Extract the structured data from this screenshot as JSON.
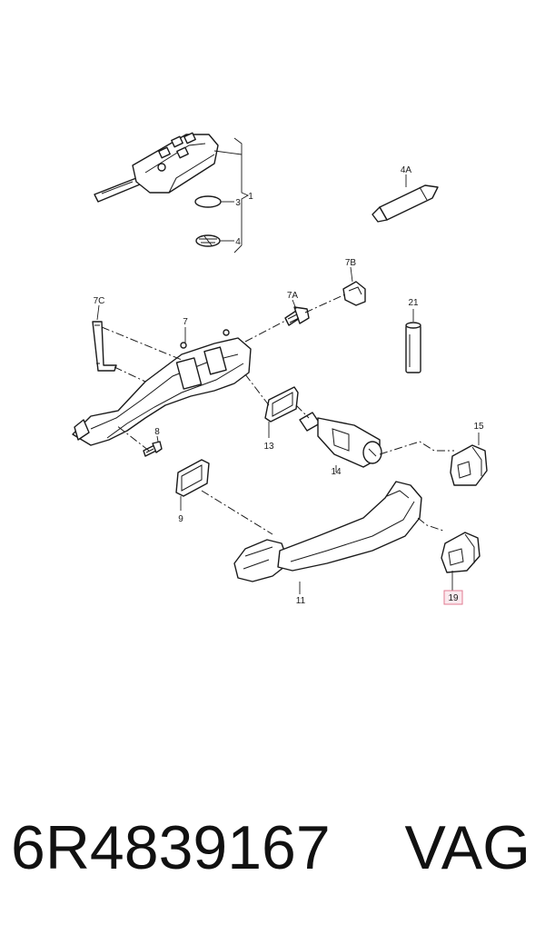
{
  "labels": {
    "l1": "1",
    "l3": "3",
    "l4": "4",
    "l4a": "4A",
    "l7": "7",
    "l7a": "7A",
    "l7b": "7B",
    "l7c": "7C",
    "l8": "8",
    "l9": "9",
    "l11": "11",
    "l13": "13",
    "l14": "14",
    "l15": "15",
    "l19": "19",
    "l21": "21"
  },
  "highlighted_label": "19",
  "footer": {
    "part_number": "6R4839167",
    "brand": "VAG"
  }
}
